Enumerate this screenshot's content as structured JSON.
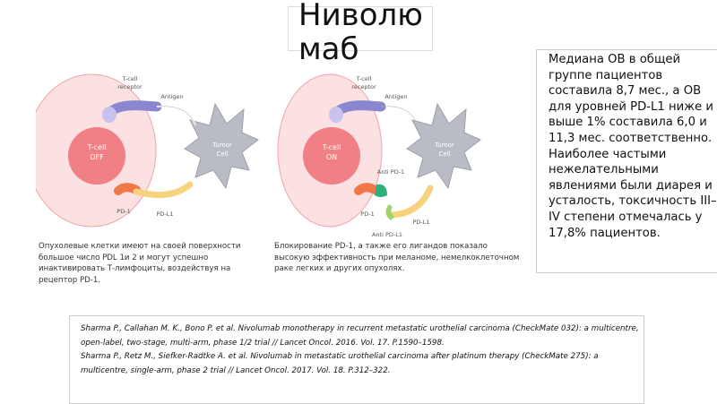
{
  "slide": {
    "title": "Ниволюмаб",
    "summary": "Медиана ОВ в общей группе пациентов составила 8,7 мес., а ОВ для уровней PD-L1 ниже и выше 1% составила 6,0 и 11,3 мес. соответственно. Наиболее частыми нежелательными явлениями были диарея и усталость, токсичность III–IV степени отмечалась у 17,8% пациентов.",
    "diagram_left": {
      "tcr_label_1": "T-cell",
      "tcr_label_2": "receptor",
      "antigen": "Antigen",
      "cell_label_1": "T-cell",
      "cell_label_2": "OFF",
      "tumor_label_1": "Tumor",
      "tumor_label_2": "Cell",
      "pd1": "PD-1",
      "pdl1": "PD-L1",
      "caption": "Опухолевые клетки имеют на своей поверхности большое число PDL 1и 2 и могут успешно инактивировать Т-лимфоциты, воздействуя на рецептор PD-1."
    },
    "diagram_right": {
      "tcr_label_1": "T-cell",
      "tcr_label_2": "receptor",
      "antigen": "Antigen",
      "cell_label_1": "T-cell",
      "cell_label_2": "ON",
      "tumor_label_1": "Tumor",
      "tumor_label_2": "Cell",
      "anti_pd1": "Anti PD-1",
      "pd1": "PD-1",
      "pdl1": "PD-L1",
      "anti_pdl1": "Anti PD-L1",
      "caption": "Блокирование PD-1, а также его лигандов показало высокую эффективность при меланоме, немелкоклеточном раке легких и других опухолях."
    },
    "references": [
      "Sharma P., Callahan M. K., Bono P. et al. Nivolumab monotherapy in recurrent metastatic urothelial carcinoma (CheckMate 032): a multicentre, open-label, two-stage, multi-arm, phase 1/2 trial // Lancet Oncol. 2016. Vol. 17. P.1590–1598.",
      "Sharma P., Retz M., Siefker-Radtke A. et al. Nivolumab in metastatic urothelial carcinoma after platinum therapy (CheckMate 275): a multicentre, single-arm, phase 2 trial // Lancet Oncol. 2017. Vol. 18. P.312–322."
    ],
    "colors": {
      "cell_outer": "#fbe1e1",
      "cell_outline": "#f2a3a6",
      "cell_nucleus": "#f07f86",
      "tumor": "#b9bcc4",
      "tcr": "#8a86cf",
      "pd1": "#f07747",
      "pdl1": "#f6d37c",
      "anti_pd1": "#2fb07a",
      "anti_pdl1": "#9fd36a"
    }
  }
}
